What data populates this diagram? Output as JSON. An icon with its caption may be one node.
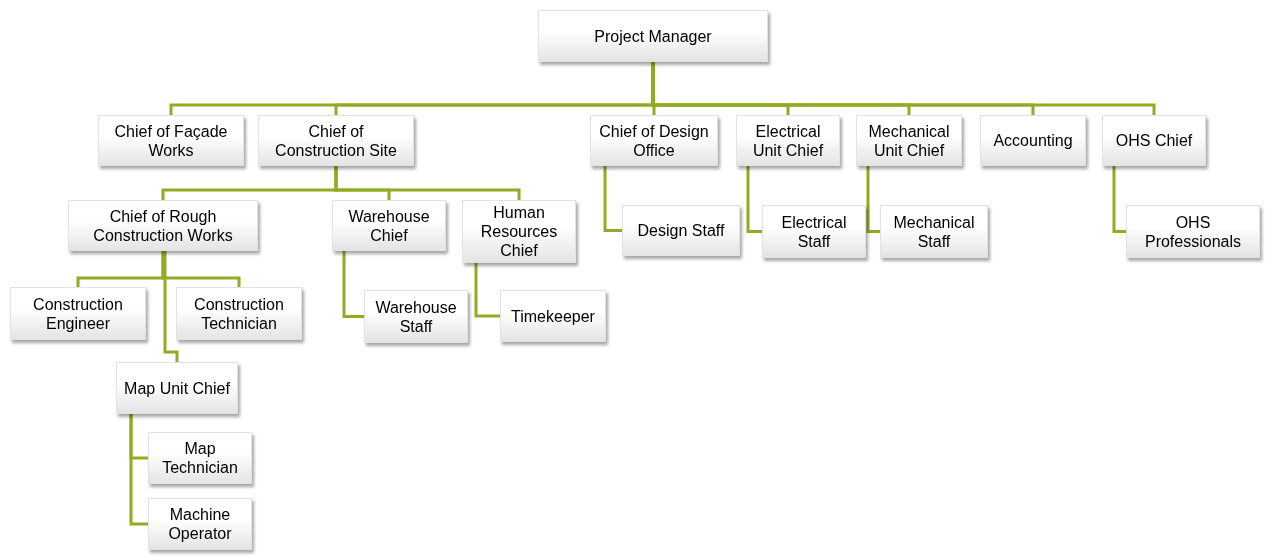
{
  "diagram": {
    "nodes": [
      {
        "text": [
          "Project Manager"
        ]
      },
      {
        "text": [
          "Chief of Façade Works"
        ]
      },
      {
        "text": [
          "Chief of Construction Site"
        ]
      },
      {
        "text": [
          "Chief of Design Office"
        ]
      },
      {
        "text": [
          "Electrical Unit Chief"
        ]
      },
      {
        "text": [
          "Mechanical Unit Chief"
        ]
      },
      {
        "text": [
          "Accounting"
        ]
      },
      {
        "text": [
          "OHS Chief"
        ]
      },
      {
        "text": [
          "Chief of Rough Construction Works"
        ]
      },
      {
        "text": [
          "Warehouse Chief"
        ]
      },
      {
        "text": [
          "Human Resources Chief"
        ]
      },
      {
        "text": [
          "Design Staff"
        ]
      },
      {
        "text": [
          "Electrical Staff"
        ]
      },
      {
        "text": [
          "Mechanical Staff"
        ]
      },
      {
        "text": [
          "OHS Professionals"
        ]
      },
      {
        "text": [
          "Construction Engineer"
        ]
      },
      {
        "text": [
          "Construction Technician"
        ]
      },
      {
        "text": [
          "Warehouse Staff"
        ]
      },
      {
        "text": [
          "Timekeeper"
        ]
      },
      {
        "text": [
          "Map Unit Chief"
        ]
      },
      {
        "text": [
          "Map Technician"
        ]
      },
      {
        "text": [
          "Machine Operator"
        ]
      }
    ],
    "edges": [
      {
        "from": 0,
        "to": 1,
        "arrow": "none"
      },
      {
        "from": 0,
        "to": 2,
        "arrow": "none"
      },
      {
        "from": 0,
        "to": 3,
        "arrow": "none"
      },
      {
        "from": 0,
        "to": 4,
        "arrow": "none"
      },
      {
        "from": 0,
        "to": 5,
        "arrow": "none"
      },
      {
        "from": 0,
        "to": 6,
        "arrow": "none"
      },
      {
        "from": 0,
        "to": 7,
        "arrow": "none"
      },
      {
        "from": 2,
        "to": 8,
        "arrow": "none"
      },
      {
        "from": 2,
        "to": 9,
        "arrow": "none"
      },
      {
        "from": 2,
        "to": 10,
        "arrow": "none"
      },
      {
        "from": 3,
        "to": 11,
        "arrow": "none"
      },
      {
        "from": 4,
        "to": 12,
        "arrow": "none"
      },
      {
        "from": 5,
        "to": 13,
        "arrow": "none"
      },
      {
        "from": 7,
        "to": 14,
        "arrow": "none"
      },
      {
        "from": 8,
        "to": 15,
        "arrow": "none"
      },
      {
        "from": 8,
        "to": 16,
        "arrow": "none"
      },
      {
        "from": 8,
        "to": 19,
        "arrow": "none"
      },
      {
        "from": 9,
        "to": 17,
        "arrow": "none"
      },
      {
        "from": 10,
        "to": 18,
        "arrow": "none"
      },
      {
        "from": 19,
        "to": 20,
        "arrow": "none"
      },
      {
        "from": 19,
        "to": 21,
        "arrow": "none"
      }
    ]
  }
}
